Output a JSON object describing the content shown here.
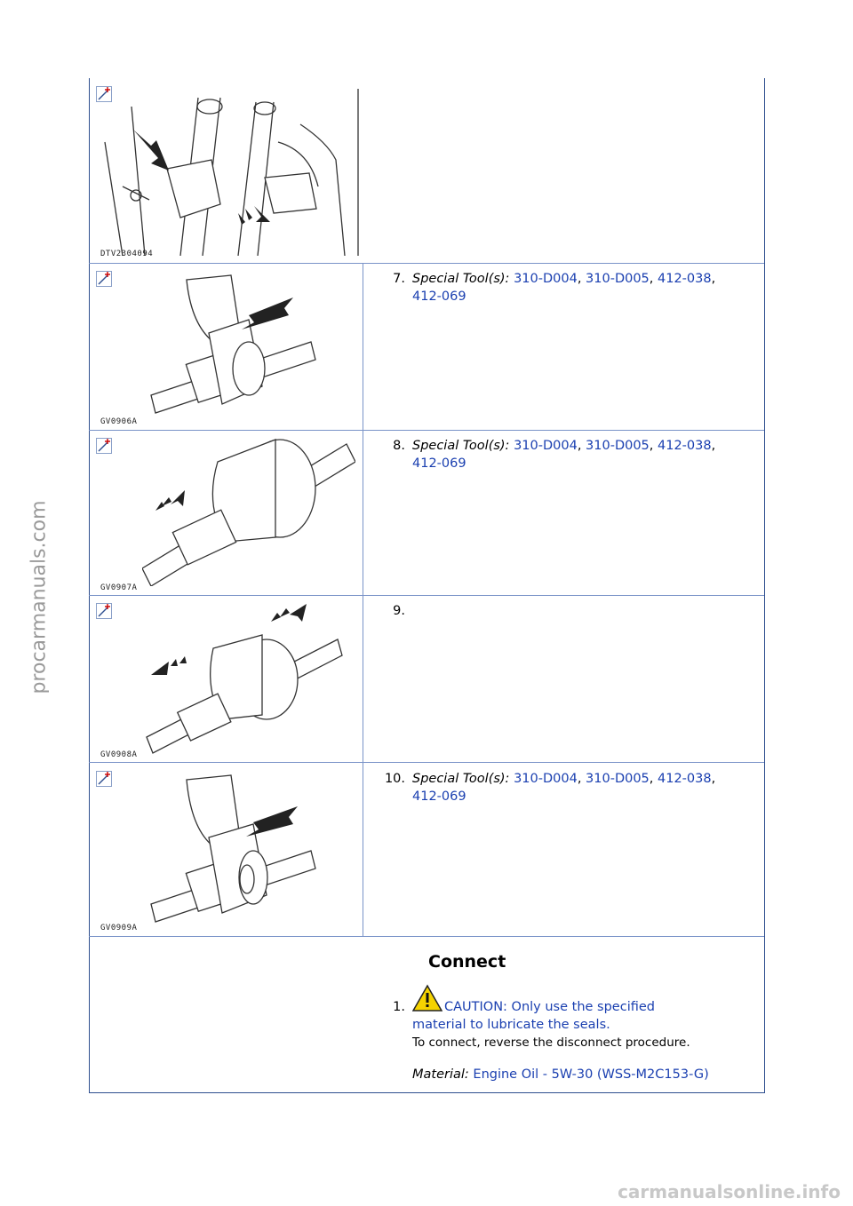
{
  "figures": [
    {
      "code": "DTV2304094",
      "zoom_icon": "zoom-icon"
    },
    {
      "code": "GV0906A",
      "zoom_icon": "zoom-icon"
    },
    {
      "code": "GV0907A",
      "zoom_icon": "zoom-icon"
    },
    {
      "code": "GV0908A",
      "zoom_icon": "zoom-icon"
    },
    {
      "code": "GV0909A",
      "zoom_icon": "zoom-icon"
    }
  ],
  "steps": [
    {
      "num": "7.",
      "prefix": "Special Tool(s):",
      "tools": [
        "310-D004",
        "310-D005",
        "412-038",
        "412-069"
      ]
    },
    {
      "num": "8.",
      "prefix": "Special Tool(s):",
      "tools": [
        "310-D004",
        "310-D005",
        "412-038",
        "412-069"
      ]
    },
    {
      "num": "9."
    },
    {
      "num": "10.",
      "prefix": "Special Tool(s):",
      "tools": [
        "310-D004",
        "310-D005",
        "412-038",
        "412-069"
      ]
    }
  ],
  "connect": {
    "heading": "Connect",
    "step_num": "1.",
    "caution_line1": "CAUTION: Only use the specified",
    "caution_line2": "material to lubricate the seals.",
    "body": "To connect, reverse the disconnect procedure.",
    "material_label": "Material:",
    "material_value": "Engine Oil - 5W-30 (WSS-M2C153-G)"
  },
  "watermarks": {
    "side": "procarmanuals.com",
    "bottom": "carmanualsonline.info"
  },
  "colors": {
    "link": "#1a3fb0",
    "border": "#2f4f8f"
  }
}
